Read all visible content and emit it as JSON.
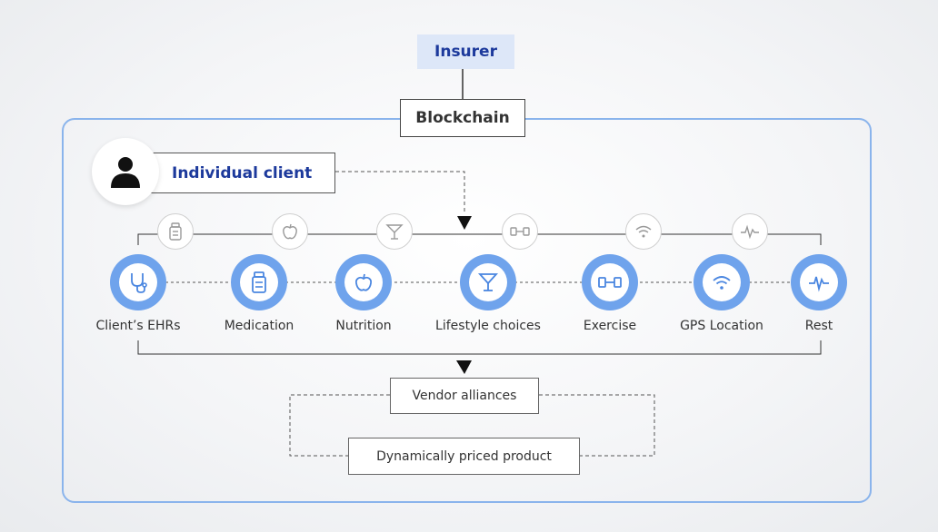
{
  "insurer": "Insurer",
  "blockchain": "Blockchain",
  "client": "Individual client",
  "steps": [
    {
      "label": "Client’s EHRs",
      "icon": "stethoscope-icon"
    },
    {
      "label": "Medication",
      "icon": "medicine-bottle-icon"
    },
    {
      "label": "Nutrition",
      "icon": "apple-icon"
    },
    {
      "label": "Lifestyle choices",
      "icon": "cocktail-glass-icon"
    },
    {
      "label": "Exercise",
      "icon": "dumbbell-icon"
    },
    {
      "label": "GPS Location",
      "icon": "wifi-signal-icon"
    },
    {
      "label": "Rest",
      "icon": "heartbeat-icon"
    }
  ],
  "vendor": "Vendor alliances",
  "product": "Dynamically priced product",
  "colors": {
    "accent": "#6fa3ec",
    "title": "#1d3a9c",
    "insurer_bg": "#dde7f8",
    "panel_border": "#8ab4ec"
  }
}
